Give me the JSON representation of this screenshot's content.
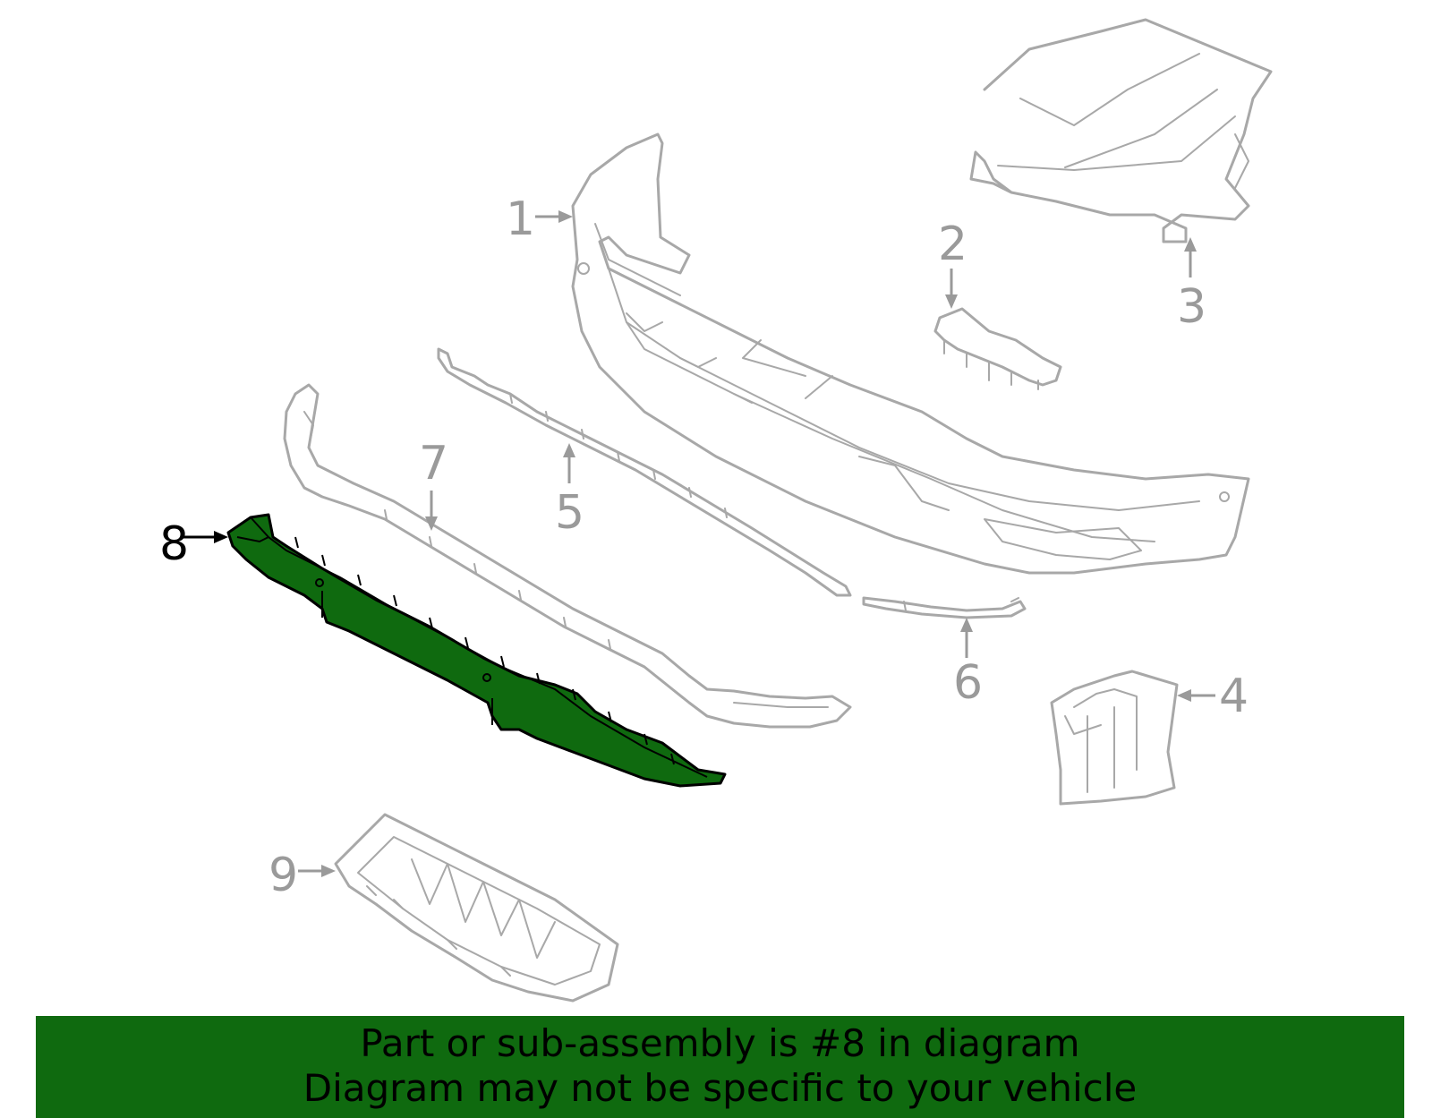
{
  "diagram": {
    "callouts": [
      {
        "id": "1",
        "label": "1"
      },
      {
        "id": "2",
        "label": "2"
      },
      {
        "id": "3",
        "label": "3"
      },
      {
        "id": "4",
        "label": "4"
      },
      {
        "id": "5",
        "label": "5"
      },
      {
        "id": "6",
        "label": "6"
      },
      {
        "id": "7",
        "label": "7"
      },
      {
        "id": "8",
        "label": "8"
      },
      {
        "id": "9",
        "label": "9"
      }
    ],
    "highlighted_part": "8",
    "colors": {
      "highlight": "#0f6a0f",
      "outline": "#a8a8a8",
      "label_gray": "#9a9a9a"
    }
  },
  "banner": {
    "line1": "Part or sub-assembly is #8 in diagram",
    "line2": "Diagram may not be specific to your vehicle"
  }
}
